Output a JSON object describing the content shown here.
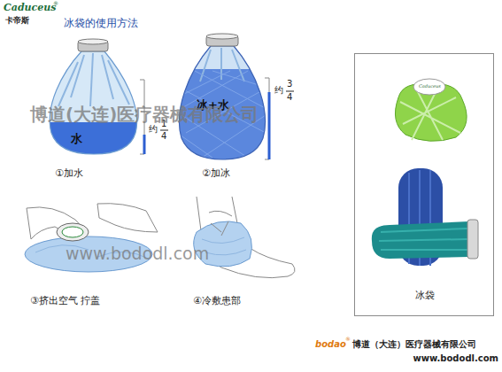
{
  "diagram": {
    "title": "冰袋的使用方法",
    "nodes": [
      {
        "text": [
          "冰袋"
        ]
      }
    ],
    "labels": [
      "Caduceus",
      "®",
      "卡帝斯",
      "水",
      "约",
      "1",
      "4",
      "①加水",
      "冰+水",
      "约",
      "3",
      "4",
      "②加冰",
      "③挤出空气 拧盖",
      "④冷敷患部",
      "博道(大连)医疗器械有限公司",
      "www.bododl.com",
      "Caduceus",
      "bodao",
      "®",
      "博道（大连）医疗器械有限公司",
      "www.bododl.com"
    ]
  }
}
